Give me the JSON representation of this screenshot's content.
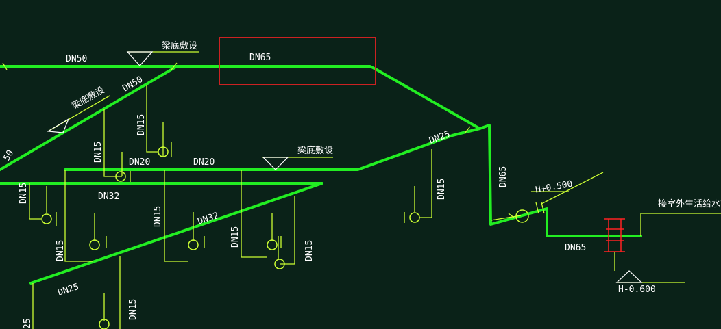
{
  "colors": {
    "background": "#0a2218",
    "main_pipe": "#22ee22",
    "branch": "#ccff33",
    "text": "#ffffff",
    "highlight_box": "#cc2222",
    "valve_red": "#ff2222"
  },
  "labels": {
    "dn50_top": "DN50",
    "dn65_top": "DN65",
    "dn50_diag": "DN50",
    "dn15_a": "DN15",
    "dn15_b": "DN15",
    "dn20_a": "DN20",
    "dn20_b": "DN20",
    "dn25_right": "DN25",
    "dn65_vertical": "DN65",
    "dn15_right": "DN15",
    "dn32_left": "DN32",
    "dn32_mid": "DN32",
    "dn15_c": "DN15",
    "dn15_d": "DN15",
    "dn15_e": "DN15",
    "dn15_f": "DN15",
    "dn15_g": "DN15",
    "dn15_h": "DN15",
    "dn25_bottom": "DN25",
    "dn65_bottom": "DN65",
    "partial_50": "50",
    "partial_25": "25",
    "beam_top": "梁底敷设",
    "beam_diag": "梁底敷设",
    "beam_mid": "梁底敷设",
    "elev_plus": "H+0.500",
    "elev_minus": "H-0.600",
    "outdoor_supply": "接室外生活给水管"
  }
}
